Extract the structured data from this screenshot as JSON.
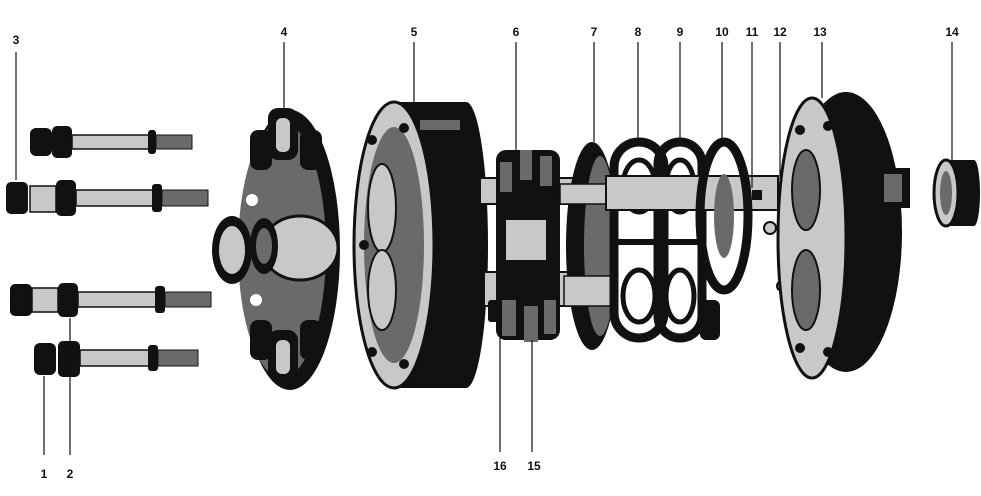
{
  "callouts": [
    {
      "id": "1",
      "text": "1"
    },
    {
      "id": "2",
      "text": "2"
    },
    {
      "id": "3",
      "text": "3"
    },
    {
      "id": "4",
      "text": "4"
    },
    {
      "id": "5",
      "text": "5"
    },
    {
      "id": "6",
      "text": "6"
    },
    {
      "id": "7",
      "text": "7"
    },
    {
      "id": "8",
      "text": "8"
    },
    {
      "id": "9",
      "text": "9"
    },
    {
      "id": "10",
      "text": "10"
    },
    {
      "id": "11",
      "text": "11"
    },
    {
      "id": "12",
      "text": "12"
    },
    {
      "id": "13",
      "text": "13"
    },
    {
      "id": "14",
      "text": "14"
    },
    {
      "id": "15",
      "text": "15"
    },
    {
      "id": "16",
      "text": "16"
    }
  ],
  "colors": {
    "ink": "#111111",
    "paper": "#ffffff",
    "mid_gray": "#6a6a6a",
    "light_gray": "#c8c8c8"
  }
}
